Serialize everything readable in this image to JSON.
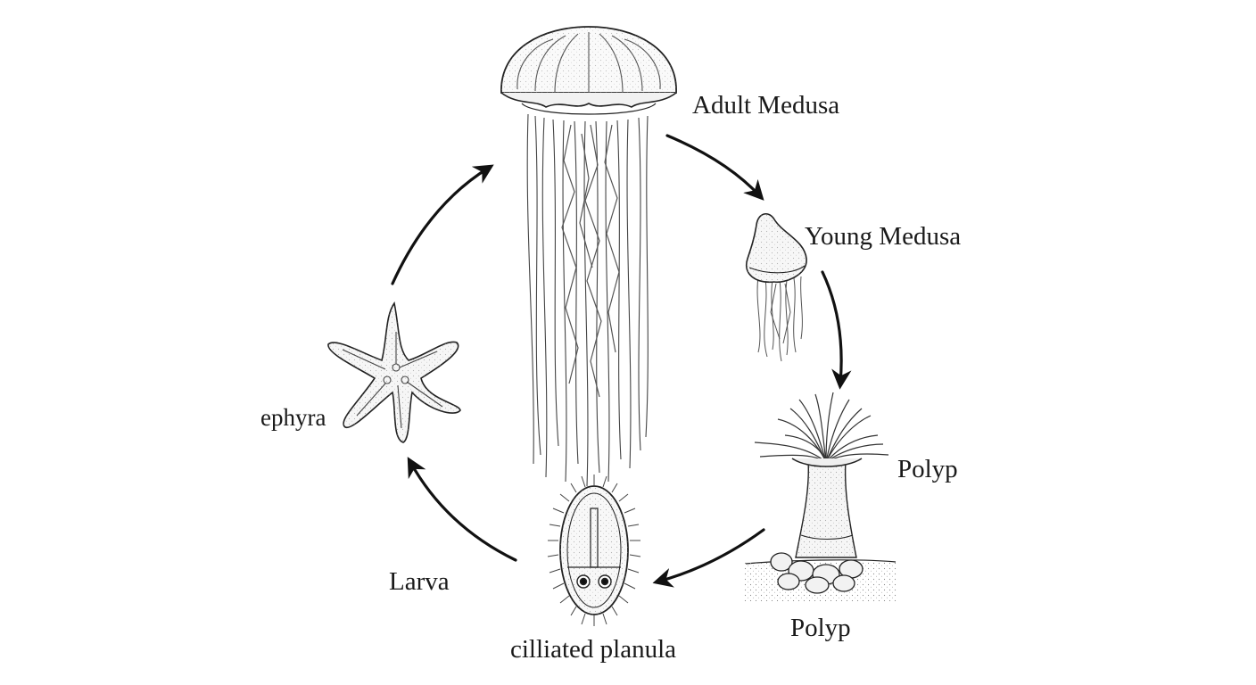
{
  "labels": {
    "adult_medusa": "Adult Medusa",
    "young_medusa": "Young Medusa",
    "polyp_side": "Polyp",
    "polyp_below": "Polyp",
    "planula": "cilliated planula",
    "larva": "Larva",
    "ephyra": "ephyra"
  },
  "colors": {
    "ink": "#1a1a1a",
    "background": "#ffffff"
  }
}
